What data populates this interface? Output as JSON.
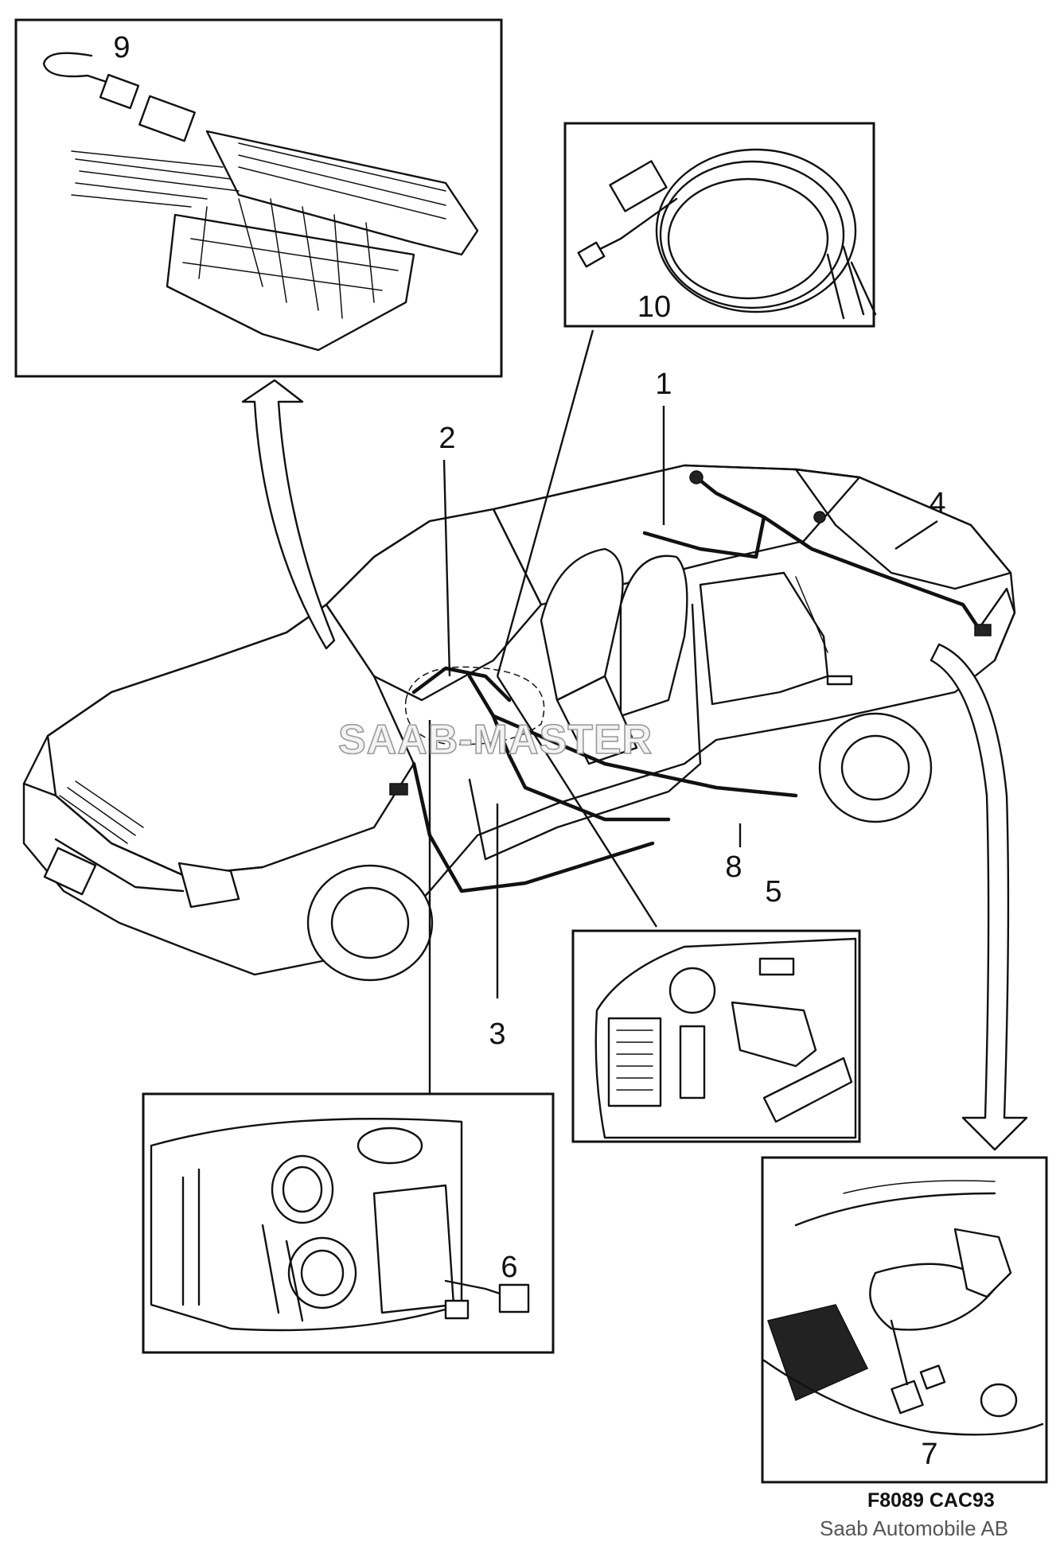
{
  "callouts": {
    "c1": "1",
    "c2": "2",
    "c3": "3",
    "c4": "4",
    "c5": "5",
    "c6": "6",
    "c7": "7",
    "c8": "8",
    "c9": "9",
    "c10": "10"
  },
  "watermark": "SAAB-MASTER",
  "reference_code": "F8089 CAC93",
  "credit": "Saab Automobile AB"
}
